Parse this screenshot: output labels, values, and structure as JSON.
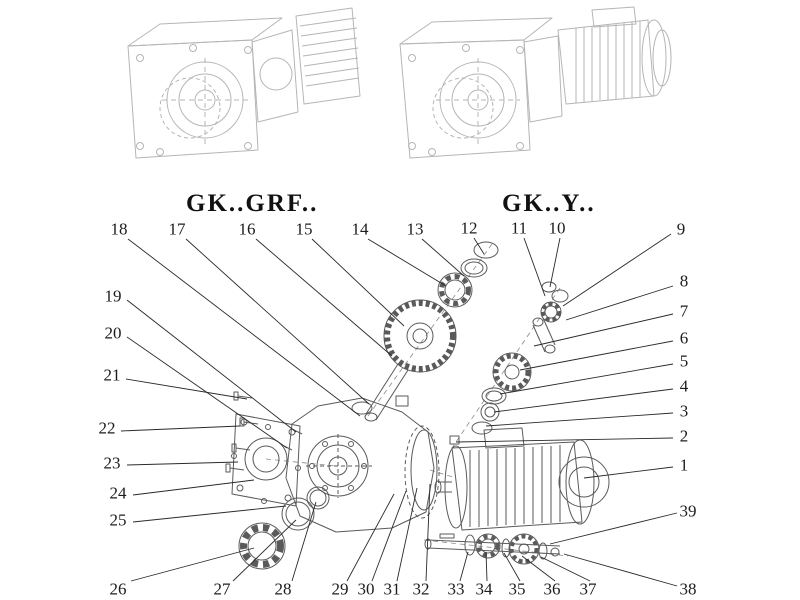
{
  "diagram": {
    "type": "exploded-parts-diagram",
    "subject": "helical-bevel gear reducer assembly"
  },
  "variants": {
    "left": "GK..GRF..",
    "right": "GK..Y.."
  },
  "callouts": {
    "top": [
      "18",
      "17",
      "16",
      "15",
      "14",
      "13",
      "12",
      "11",
      "10"
    ],
    "right": [
      "9",
      "8",
      "7",
      "6",
      "5",
      "4",
      "3",
      "2",
      "1",
      "39"
    ],
    "left": [
      "19",
      "20",
      "21",
      "22",
      "23",
      "24",
      "25"
    ],
    "bottom": [
      "26",
      "27",
      "28",
      "29",
      "30",
      "31",
      "32",
      "33",
      "34",
      "35",
      "36",
      "37",
      "38"
    ]
  }
}
